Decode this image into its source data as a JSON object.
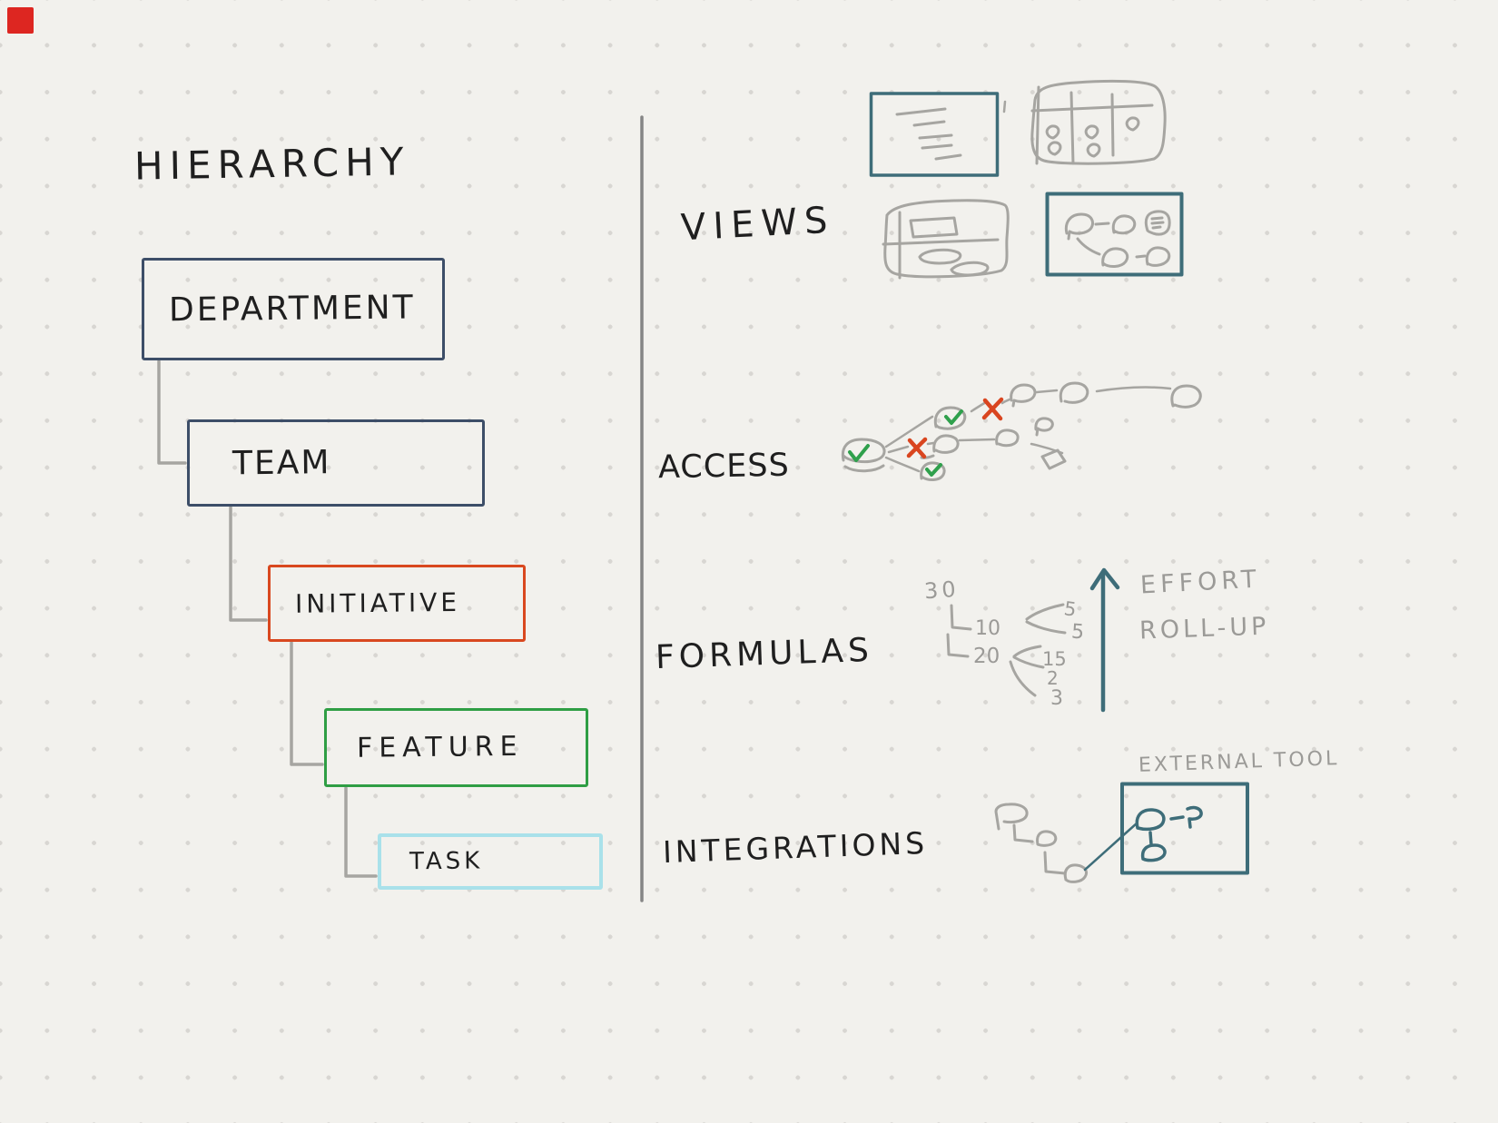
{
  "hierarchy": {
    "title": "HIERARCHY",
    "levels": [
      {
        "label": "DEPARTMENT",
        "border_color": "#3d4e68"
      },
      {
        "label": "TEAM",
        "border_color": "#3d4e68"
      },
      {
        "label": "INITIATIVE",
        "border_color": "#d9481f"
      },
      {
        "label": "FEATURE",
        "border_color": "#2f9e44"
      },
      {
        "label": "TASK",
        "border_color": "#a9e1ea"
      }
    ]
  },
  "sections": {
    "views": {
      "label": "VIEWS"
    },
    "access": {
      "label": "ACCESS"
    },
    "formulas": {
      "label": "FORMULAS",
      "root": "30",
      "branch1": "10",
      "branch2": "20",
      "branch1_values": {
        "v1": "5",
        "v2": "5"
      },
      "branch2_values": {
        "v1": "15",
        "v2": "2",
        "v3": "3"
      },
      "arrow_label_top": "EFFORT",
      "arrow_label_bottom": "ROLL-UP"
    },
    "integrations": {
      "label": "INTEGRATIONS",
      "external_tool_label": "EXTERNAL TOOL"
    }
  },
  "colors": {
    "background": "#f2f1ed",
    "dot_grid": "#d8d6d2",
    "ink": "#1f1f1f",
    "sketch_gray": "#a6a5a1",
    "annotation_gray": "#9b9a97",
    "navy": "#3d4e68",
    "orange": "#d9481f",
    "green": "#2f9e44",
    "light_cyan": "#a9e1ea",
    "teal": "#3e6d79",
    "check_green": "#2fa04c",
    "cross_red": "#d9451f",
    "divider_gray": "#858585",
    "corner_marker_red": "#dd2621"
  }
}
